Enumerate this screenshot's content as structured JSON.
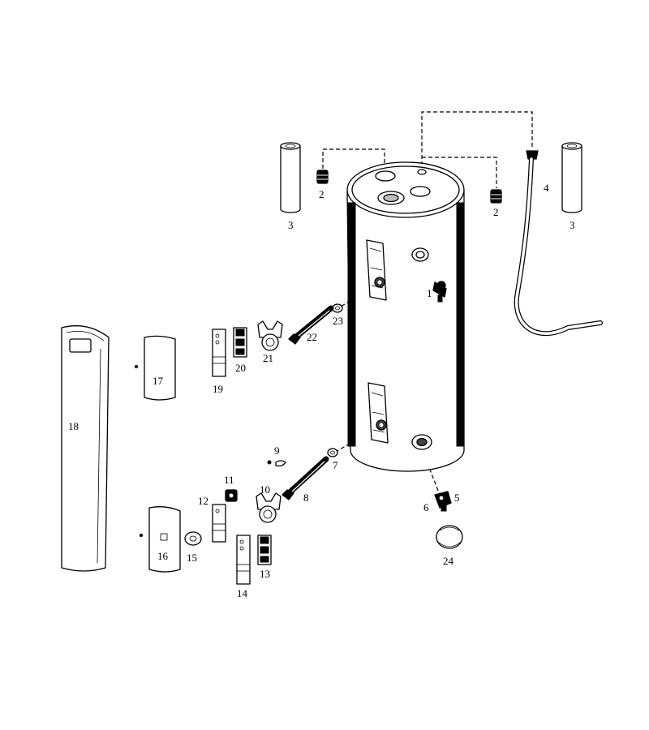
{
  "callouts": [
    {
      "id": "1",
      "text": "1"
    },
    {
      "id": "2a",
      "text": "2"
    },
    {
      "id": "2b",
      "text": "2"
    },
    {
      "id": "3a",
      "text": "3"
    },
    {
      "id": "3b",
      "text": "3"
    },
    {
      "id": "4",
      "text": "4"
    },
    {
      "id": "5",
      "text": "5"
    },
    {
      "id": "6",
      "text": "6"
    },
    {
      "id": "7",
      "text": "7"
    },
    {
      "id": "8",
      "text": "8"
    },
    {
      "id": "9",
      "text": "9"
    },
    {
      "id": "10",
      "text": "10"
    },
    {
      "id": "11",
      "text": "11"
    },
    {
      "id": "12",
      "text": "12"
    },
    {
      "id": "13",
      "text": "13"
    },
    {
      "id": "14",
      "text": "14"
    },
    {
      "id": "15",
      "text": "15"
    },
    {
      "id": "16",
      "text": "16"
    },
    {
      "id": "17",
      "text": "17"
    },
    {
      "id": "18",
      "text": "18"
    },
    {
      "id": "19",
      "text": "19"
    },
    {
      "id": "20",
      "text": "20"
    },
    {
      "id": "21",
      "text": "21"
    },
    {
      "id": "22",
      "text": "22"
    },
    {
      "id": "23",
      "text": "23"
    },
    {
      "id": "24",
      "text": "24"
    }
  ]
}
